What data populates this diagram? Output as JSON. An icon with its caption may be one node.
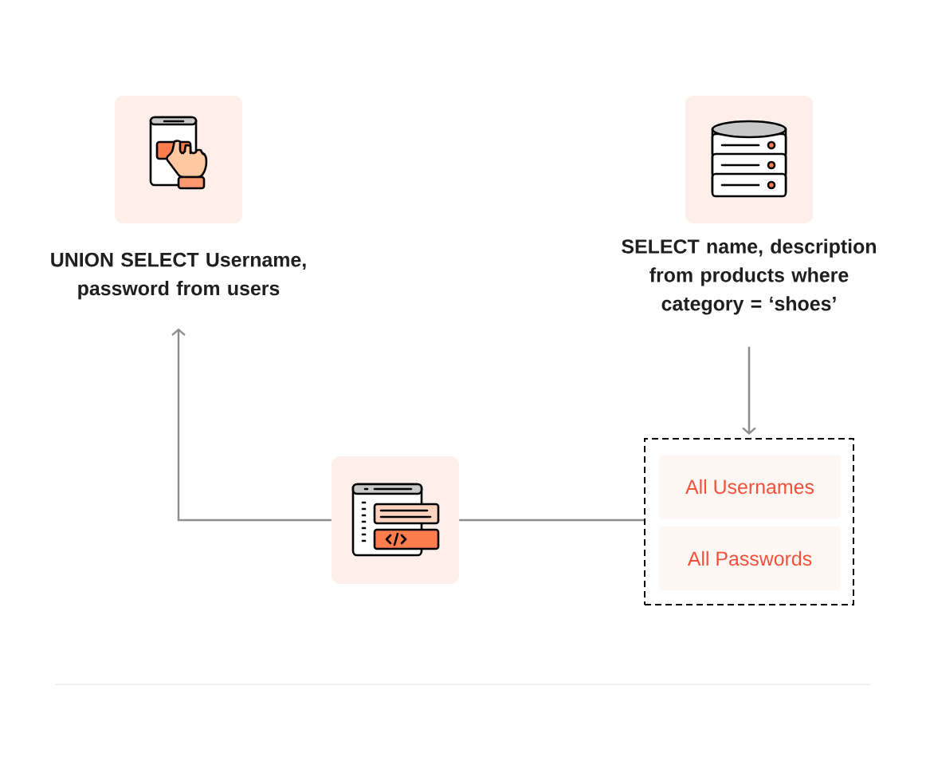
{
  "diagram": {
    "nodes": [
      {
        "text": [],
        "shape": "picture"
      },
      {
        "text": [
          "UNION SELECT Username, password from users"
        ]
      },
      {
        "text": [],
        "shape": "picture"
      },
      {
        "text": [
          "SELECT name, description from products where category = ‘shoes’"
        ]
      },
      {
        "text": [],
        "shape": "picture"
      },
      {
        "text": [],
        "shape": "box"
      },
      {
        "text": [
          "All Usernames"
        ],
        "in": 5
      },
      {
        "text": [
          "All Passwords"
        ],
        "in": 5
      }
    ],
    "edges": [
      {
        "from": 4,
        "to": 1,
        "arrow": "to"
      },
      {
        "from": 3,
        "to": 5,
        "arrow": "to"
      },
      {
        "from": 4,
        "to": 5,
        "arrow": "none"
      }
    ]
  }
}
